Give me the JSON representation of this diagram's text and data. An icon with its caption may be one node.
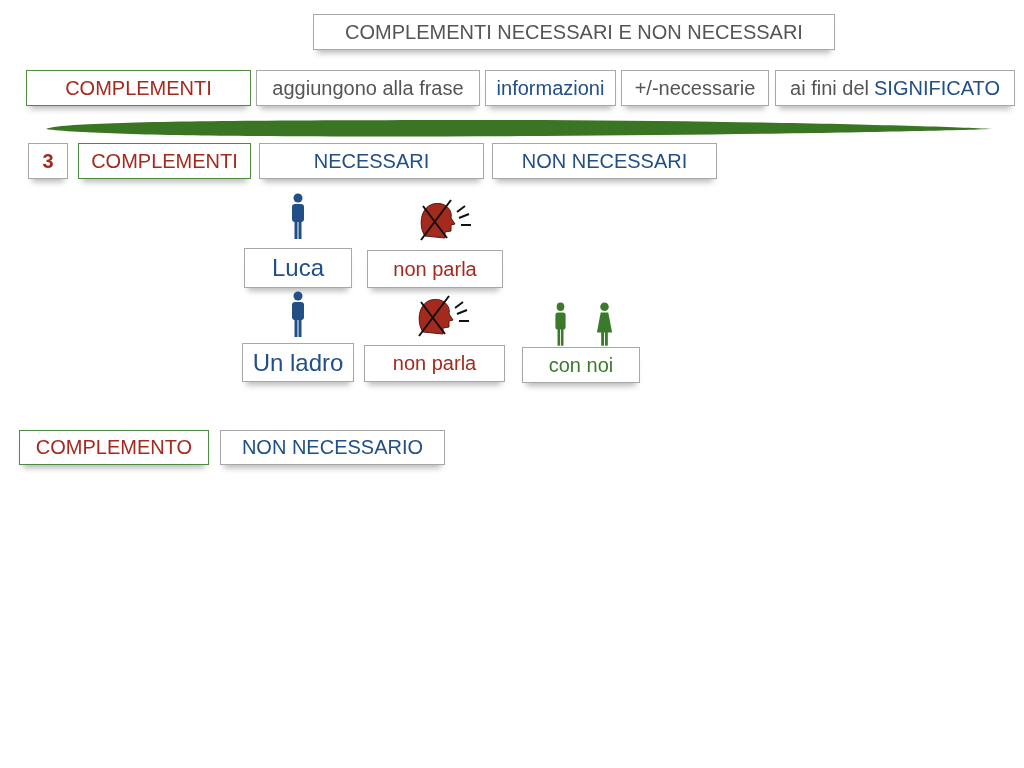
{
  "diagram": {
    "title": "COMPLEMENTI NECESSARI E NON NECESSARI",
    "nodes": [
      {
        "text": [
          "COMPLEMENTI"
        ]
      },
      {
        "text": [
          "aggiungono alla frase"
        ]
      },
      {
        "text": [
          "informazioni"
        ]
      },
      {
        "text": [
          "+/-necessarie"
        ]
      },
      {
        "text": [
          "ai fini del",
          "SIGNIFICATO"
        ]
      },
      {
        "text": [],
        "shape": "bar"
      },
      {
        "text": [
          "3"
        ]
      },
      {
        "text": [
          "COMPLEMENTI"
        ]
      },
      {
        "text": [
          "NECESSARI"
        ]
      },
      {
        "text": [
          "NON NECESSARI"
        ]
      },
      {
        "text": [
          "Luca"
        ]
      },
      {
        "text": [
          "non parla"
        ]
      },
      {
        "text": [
          "Un ladro"
        ]
      },
      {
        "text": [
          "non parla"
        ]
      },
      {
        "text": [
          "con noi"
        ]
      },
      {
        "text": [
          "COMPLEMENTO"
        ]
      },
      {
        "text": [
          "NON NECESSARIO"
        ]
      }
    ]
  }
}
